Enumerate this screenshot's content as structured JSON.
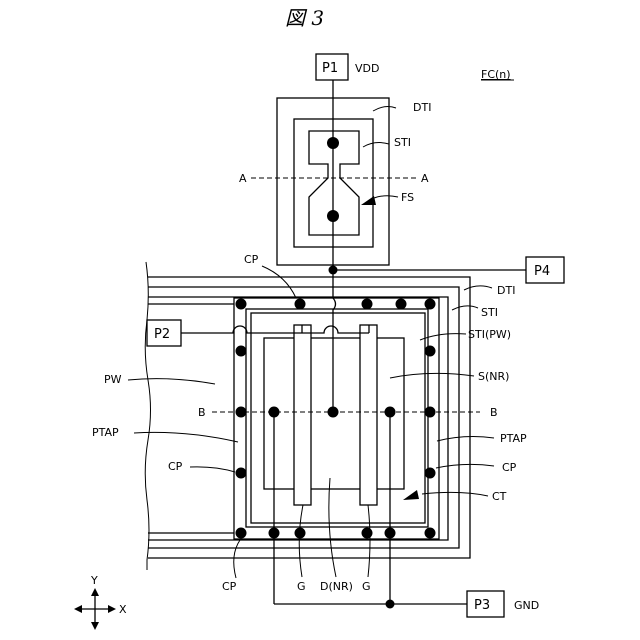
{
  "figure_title": "図 3",
  "function_cell": "FC(n)",
  "pads": {
    "p1": "P1",
    "p1_net": "VDD",
    "p2": "P2",
    "p3": "P3",
    "p3_net": "GND",
    "p4": "P4"
  },
  "upper": {
    "dti": "DTI",
    "sti": "STI",
    "fs": "FS",
    "section_a_left": "A",
    "section_a_right": "A"
  },
  "lower": {
    "cp_top": "CP",
    "dti": "DTI",
    "sti": "STI",
    "sti_pw": "STI(PW)",
    "pw": "PW",
    "s_nr": "S(NR)",
    "section_b_left": "B",
    "section_b_right": "B",
    "ptap_left": "PTAP",
    "ptap_right": "PTAP",
    "cp_left": "CP",
    "cp_right": "CP",
    "ct": "CT",
    "cp_bottom": "CP",
    "g_left": "G",
    "d_nr": "D(NR)",
    "g_right": "G"
  },
  "axes": {
    "y": "Y",
    "x": "X"
  }
}
